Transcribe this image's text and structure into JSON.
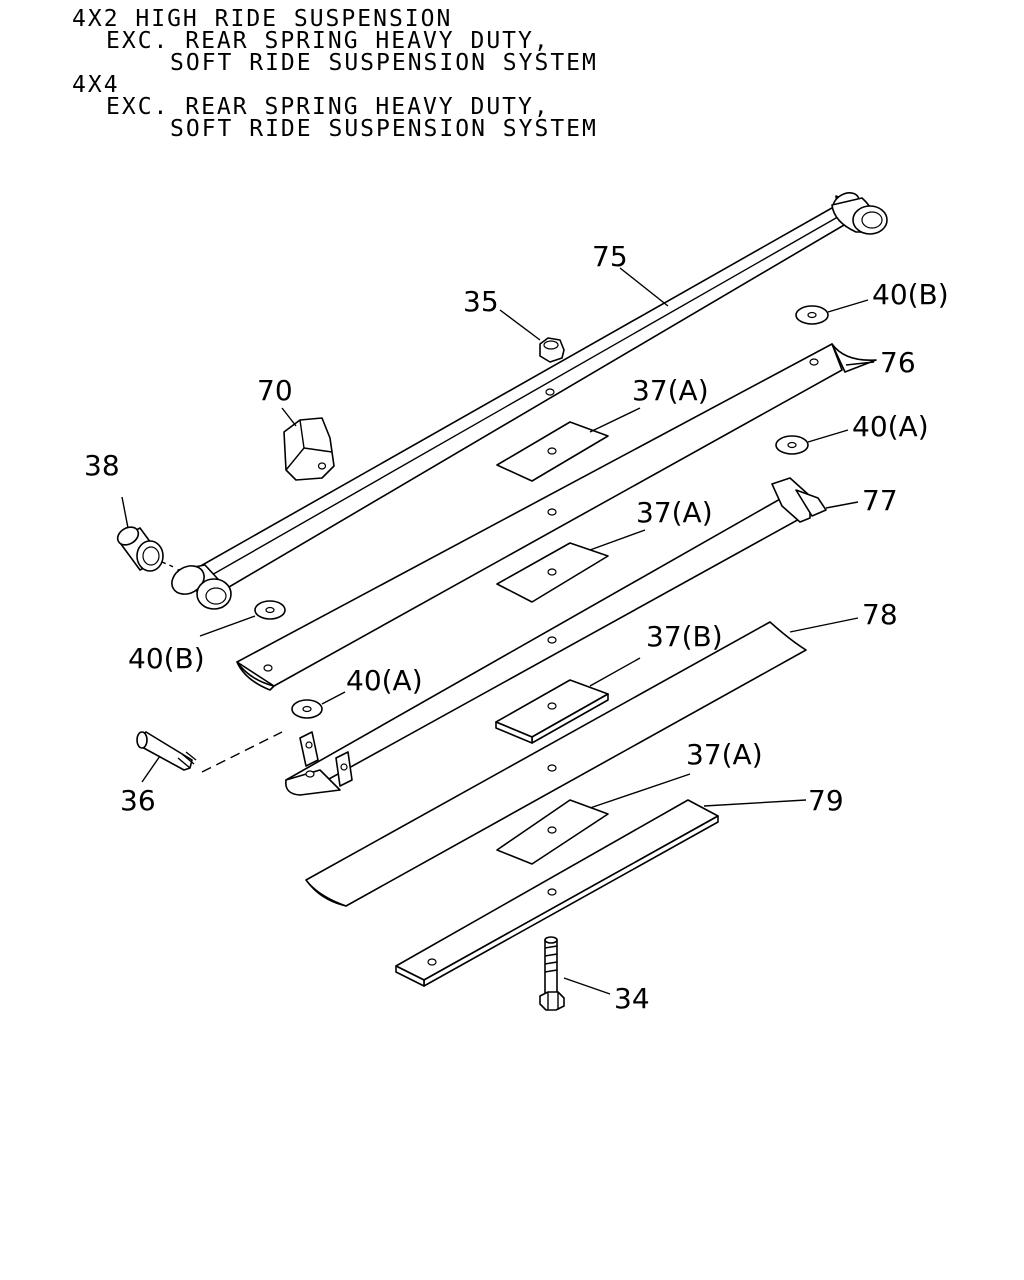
{
  "notes": [
    "4X2 HIGH RIDE SUSPENSION",
    "EXC. REAR SPRING HEAVY DUTY,",
    "SOFT RIDE SUSPENSION SYSTEM",
    "4X4",
    "EXC. REAR SPRING HEAVY DUTY,",
    "SOFT RIDE SUSPENSION SYSTEM"
  ],
  "callouts": {
    "c75": "75",
    "c35": "35",
    "c40b_top": "40(B)",
    "c76": "76",
    "c70": "70",
    "c37a_1": "37(A)",
    "c40a_top": "40(A)",
    "c38": "38",
    "c37a_2": "37(A)",
    "c77": "77",
    "c78": "78",
    "c40b_left": "40(B)",
    "c37b": "37(B)",
    "c40a_left": "40(A)",
    "c36": "36",
    "c37a_3": "37(A)",
    "c79": "79",
    "c34": "34"
  }
}
